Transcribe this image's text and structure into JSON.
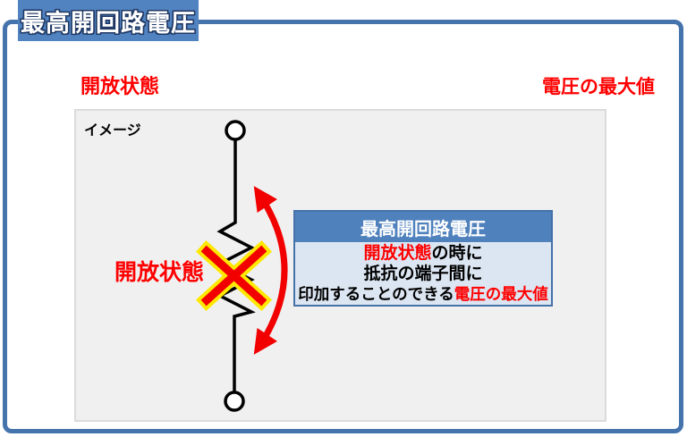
{
  "header": {
    "title": "最高開回路電圧"
  },
  "top_labels": {
    "left": "開放状態",
    "right": "電圧の最大値"
  },
  "panel": {
    "label": "イメージ"
  },
  "diagram": {
    "open_state_label": "開放状態",
    "icons": {
      "x_mark": "x-cross-icon",
      "arrow": "curved-double-arrow-icon",
      "terminals": "circle-terminal-icon",
      "component": "resistor-zigzag"
    }
  },
  "callout": {
    "header": "最高開回路電圧",
    "line1_red": "開放状態",
    "line1_black": "の時に",
    "line2": "抵抗の端子間に",
    "line3_black": "印加することのできる",
    "line3_red": "電圧の最大値"
  },
  "colors": {
    "accent_blue": "#4F81BD",
    "border_blue": "#4573AC",
    "callout_body_blue": "#DCE6F2",
    "panel_gray": "#F0F0F0",
    "red": "#FF0000",
    "yellow": "#FFE800",
    "black": "#000000",
    "white": "#FFFFFF"
  }
}
